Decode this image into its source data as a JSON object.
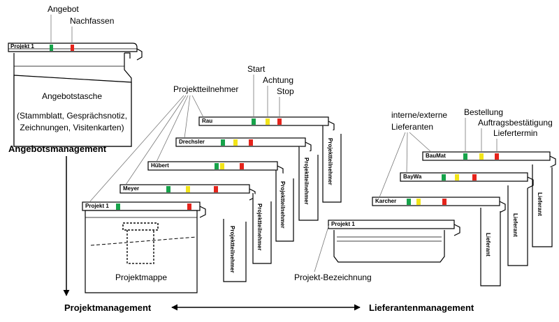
{
  "colors": {
    "green": "#16a34a",
    "yellow": "#f2e418",
    "red": "#e5231b"
  },
  "top_folder": {
    "tab_label": "Projekt 1",
    "signal_angebot": "Angebot",
    "signal_nachfassen": "Nachfassen",
    "pocket_title": "Angebotstasche",
    "pocket_contents_line1": "(Stammblatt, Gesprächsnotiz,",
    "pocket_contents_line2": "Zeichnungen, Visitenkarten)",
    "section_title": "Angebotsmanagement"
  },
  "project": {
    "annotation": "Projektteilnehmer",
    "status_start": "Start",
    "status_achtung": "Achtung",
    "status_stop": "Stop",
    "folder_label": "Projekt 1",
    "participants": [
      "Rau",
      "Drechsler",
      "Hübert",
      "Meyer"
    ],
    "side_label": "Projektteilnehmer",
    "folder_title": "Projektmappe",
    "section_title": "Projektmanagement"
  },
  "supplier": {
    "annotation_line1": "interne/externe",
    "annotation_line2": "Lieferanten",
    "status_bestellung": "Bestellung",
    "status_auftrag": "Auftragsbestätigung",
    "status_termin": "Liefertermin",
    "suppliers": [
      "BauMat",
      "BayWa",
      "Karcher"
    ],
    "side_label": "Lieferant",
    "folder_label": "Projekt 1",
    "bezeichnung_label": "Projekt-Bezeichnung",
    "section_title": "Lieferantenmanagement"
  }
}
